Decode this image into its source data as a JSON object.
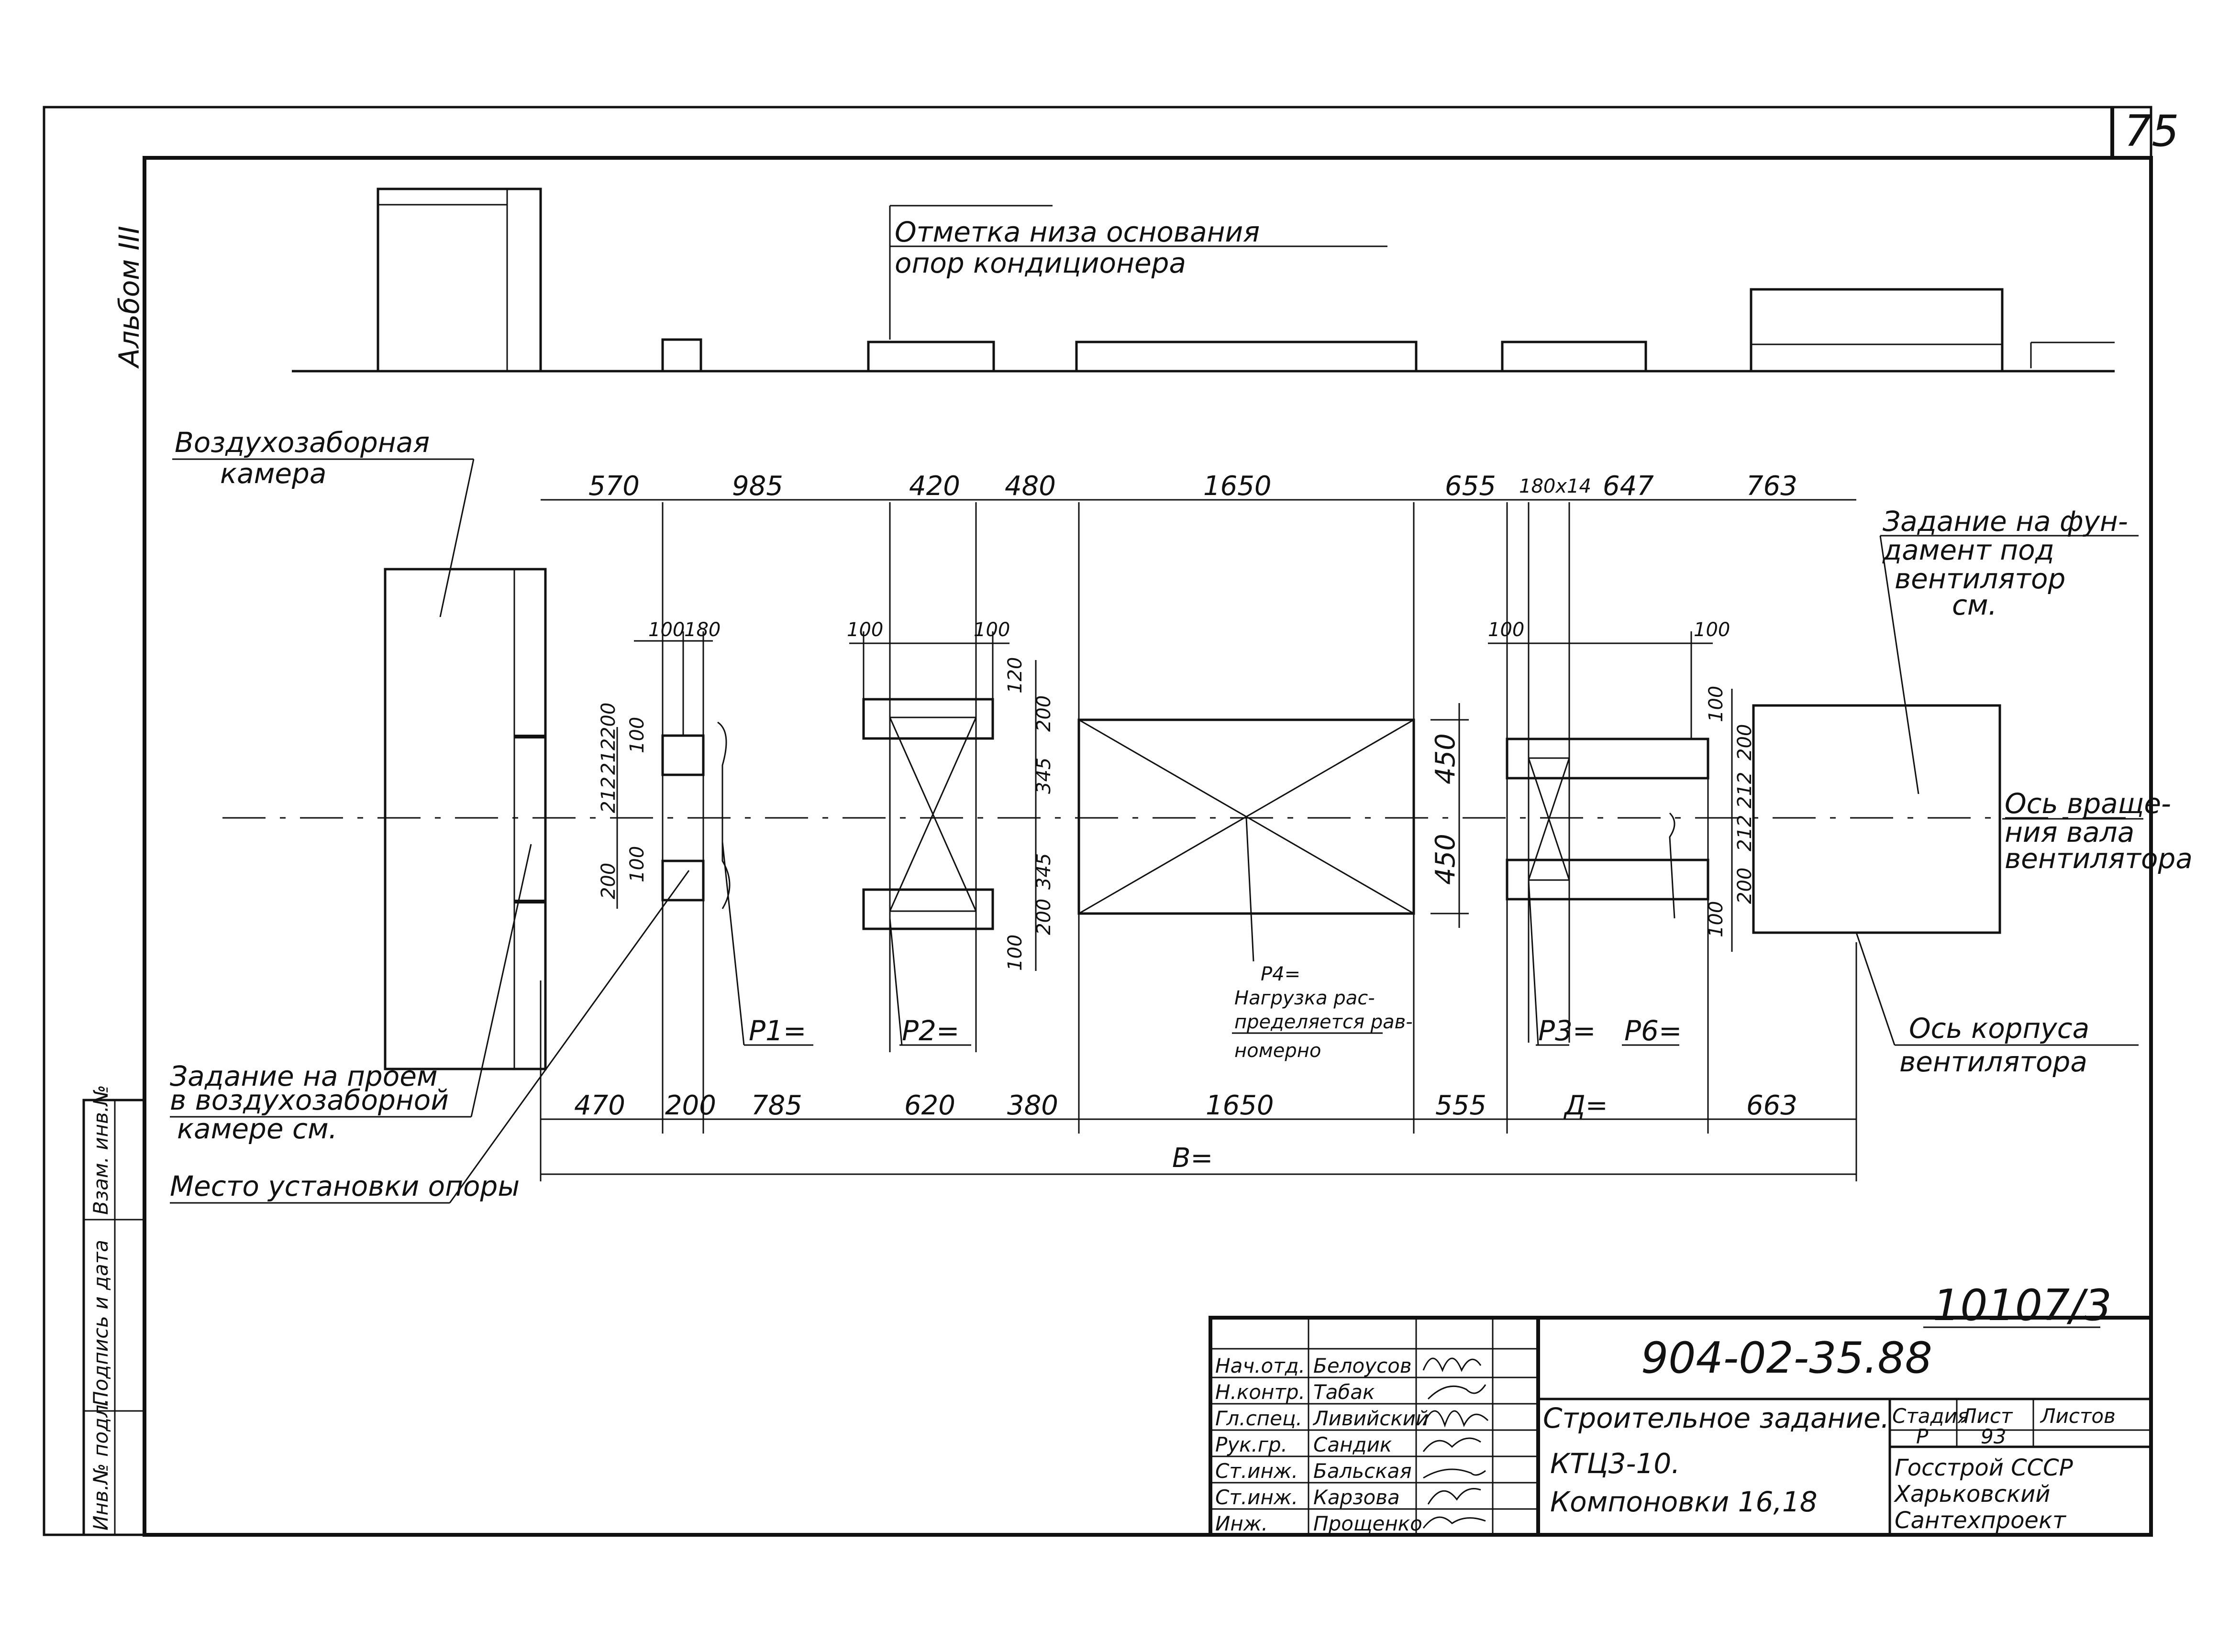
{
  "sheet": {
    "page_number": "75",
    "album": "Альбом III",
    "secondary_number": "10107/3"
  },
  "labels": {
    "base_mark": [
      "Отметка низа основания",
      "опор кондиционера"
    ],
    "intake_chamber": [
      "Воздухозаборная",
      "камера"
    ],
    "fan_foundation": [
      "Задание на фун-",
      "дамент под",
      "вентилятор",
      "см."
    ],
    "fan_axis": [
      "Ось враще-",
      "ния вала",
      "вентилятора"
    ],
    "housing_axis": [
      "Ось корпуса",
      "вентилятора"
    ],
    "opening": [
      "Задание на проем",
      "в воздухозаборной",
      "камере см."
    ],
    "support_place": "Место установки опоры",
    "p1": "P1=",
    "p2": "P2=",
    "p3": "P3=",
    "p6": "P6=",
    "p4": [
      "P4=",
      "Нагрузка рас-",
      "пределяется рав-",
      "номерно"
    ]
  },
  "dims_top": [
    "570",
    "985",
    "420",
    "480",
    "1650",
    "655",
    "180x14",
    "647",
    "763"
  ],
  "dims_bottom": [
    "470",
    "200",
    "785",
    "620",
    "380",
    "1650",
    "555",
    "Д=",
    "663"
  ],
  "dim_total": "В=",
  "dims_small": {
    "a100": "100",
    "a180": "180",
    "b100l": "100",
    "b100r": "100",
    "c100l": "100",
    "c100r": "100",
    "v200a": "200",
    "v212a": "212",
    "v212b": "212",
    "v200b": "200",
    "v100a": "100",
    "v100b": "100",
    "v120": "120",
    "v200c": "200",
    "v345a": "345",
    "v345b": "345",
    "v200d": "200",
    "v100c": "100",
    "v450a": "450",
    "v450b": "450",
    "r100a": "100",
    "r200a": "200",
    "r212a": "212",
    "r212b": "212",
    "r200b": "200",
    "r100b": "100"
  },
  "side_stamp": {
    "cells": [
      "Инв.№ подл.",
      "Подпись и дата",
      "Взам. инв.№"
    ]
  },
  "title_block": {
    "doc_code": "904-02-35.88",
    "roles": [
      "Нач.отд.",
      "Н.контр.",
      "Гл.спец.",
      "Рук.гр.",
      "Ст.инж.",
      "Ст.инж.",
      "Инж."
    ],
    "names": [
      "Белоусов",
      "Табак",
      "Ливийский",
      "Сандик",
      "Бальская",
      "Карзова",
      "Прощенко"
    ],
    "description": [
      "Строительное задание.",
      "КТЦ3-10.",
      "Компоновки 16,18"
    ],
    "stage_header": "Стадия",
    "sheet_header": "Лист",
    "sheets_header": "Листов",
    "stage": "Р",
    "sheet": "93",
    "org": [
      "Госстрой СССР",
      "Харьковский",
      "Сантехпроект"
    ]
  }
}
